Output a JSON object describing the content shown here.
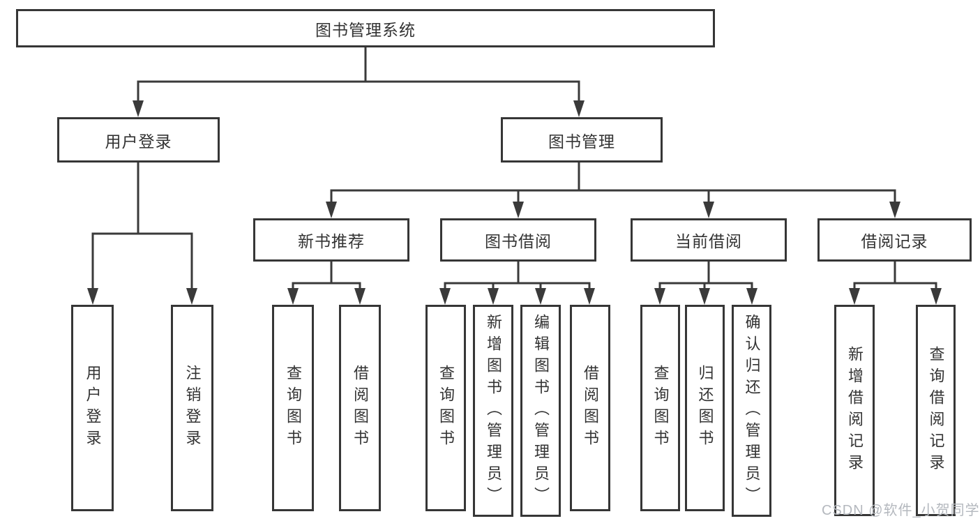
{
  "diagram": {
    "title": "图书管理系统",
    "nodes": {
      "root": "图书管理系统",
      "level2": [
        "用户登录",
        "图书管理"
      ],
      "level3": [
        "新书推荐",
        "图书借阅",
        "当前借阅",
        "借阅记录"
      ],
      "leaves": [
        "用户登录",
        "注销登录",
        "查询图书",
        "借阅图书",
        "查询图书",
        "新增图书（管理员）",
        "编辑图书（管理员）",
        "借阅图书",
        "查询图书",
        "归还图书",
        "确认归还（管理员）",
        "新增借阅记录",
        "查询借阅记录"
      ]
    },
    "colors": {
      "line": "#3a3a3a",
      "box_border": "#363636",
      "text": "#333333",
      "watermark": "#b4b8be",
      "background": "#ffffff"
    },
    "watermark": "CSDN @软件_小贺同学"
  }
}
